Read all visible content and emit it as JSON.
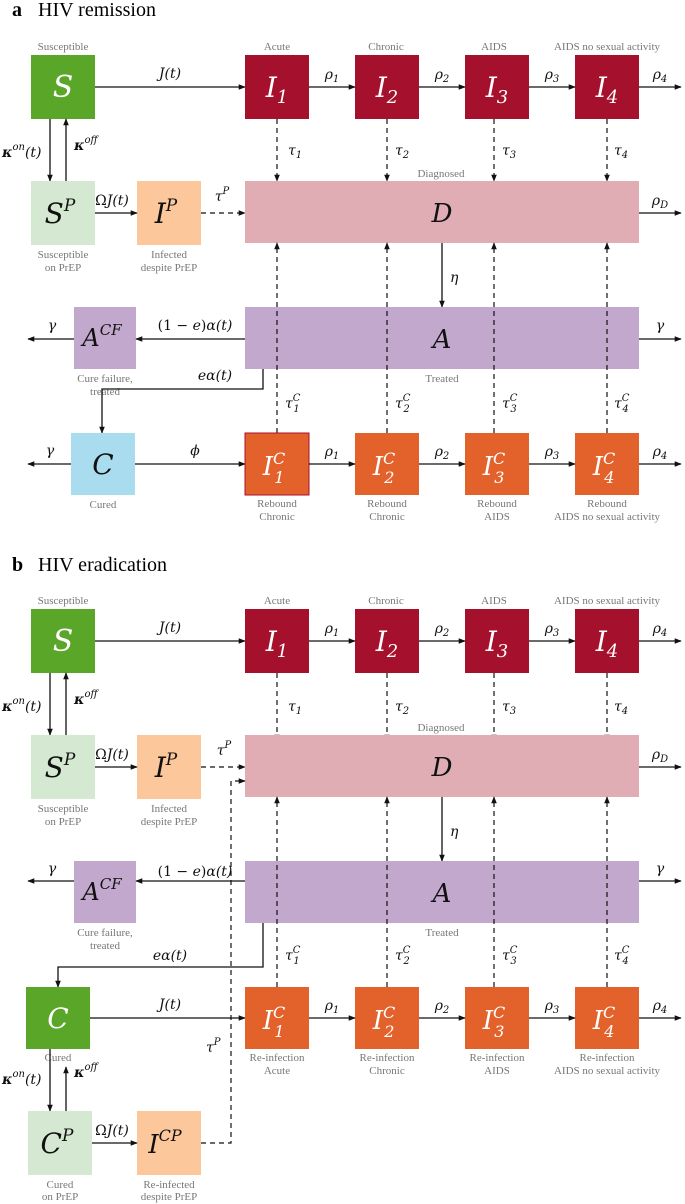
{
  "colors": {
    "susceptible": "#5aa628",
    "prep": "#d5e8d1",
    "infected_prep": "#fcc79a",
    "infected": "#a5102c",
    "diagnosed": "#e0adb4",
    "treated": "#c3a8cd",
    "cure_failure": "#c3a8cd",
    "cured_a": "#aadcf0",
    "rebound": "#e3622c"
  },
  "panel_a": {
    "letter": "a",
    "title": "HIV remission",
    "captions": {
      "susceptible": "Susceptible",
      "acute": "Acute",
      "chronic": "Chronic",
      "aids": "AIDS",
      "aids_nsa": "AIDS no sexual activity",
      "diagnosed": "Diagnosed",
      "prep_1": "Susceptible",
      "prep_2": "on PrEP",
      "ip_1": "Infected",
      "ip_2": "despite PrEP",
      "treated": "Treated",
      "acf_1": "Cure failure,",
      "acf_2": "treated",
      "cured": "Cured",
      "r1_1": "Rebound",
      "r1_2": "Chronic",
      "r2_1": "Rebound",
      "r2_2": "Chronic",
      "r3_1": "Rebound",
      "r3_2": "AIDS",
      "r4_1": "Rebound",
      "r4_2": "AIDS no sexual activity"
    }
  },
  "panel_b": {
    "letter": "b",
    "title": "HIV eradication",
    "captions": {
      "susceptible": "Susceptible",
      "acute": "Acute",
      "chronic": "Chronic",
      "aids": "AIDS",
      "aids_nsa": "AIDS no sexual activity",
      "diagnosed": "Diagnosed",
      "prep_1": "Susceptible",
      "prep_2": "on PrEP",
      "ip_1": "Infected",
      "ip_2": "despite PrEP",
      "treated": "Treated",
      "acf_1": "Cure failure,",
      "acf_2": "treated",
      "cured": "Cured",
      "r1_1": "Re-infection",
      "r1_2": "Acute",
      "r2_1": "Re-infection",
      "r2_2": "Chronic",
      "r3_1": "Re-infection",
      "r3_2": "AIDS",
      "r4_1": "Re-infection",
      "r4_2": "AIDS no sexual activity",
      "cp_1": "Cured",
      "cp_2": "on PrEP",
      "icp_1": "Re-infected",
      "icp_2": "despite PrEP"
    }
  }
}
